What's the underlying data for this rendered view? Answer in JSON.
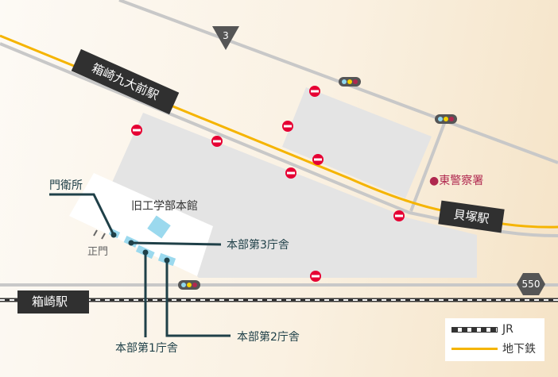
{
  "stations": {
    "hakozaki_kyudaimae": "箱崎九大前駅",
    "kaizuka": "貝塚駅",
    "hakozaki": "箱崎駅"
  },
  "buildings": {
    "gate_house": "門衛所",
    "main_gate": "正門",
    "old_engineering": "旧工学部本館",
    "bldg3": "本部第3庁舎",
    "bldg1": "本部第1庁舎",
    "bldg2": "本部第2庁舎"
  },
  "police": "●東警察署",
  "routes": {
    "r3": "3",
    "r550": "550"
  },
  "legend": {
    "jr": "JR",
    "subway": "地下鉄"
  },
  "colors": {
    "subway": "#f5b400",
    "road": "#c8c8c8",
    "block": "#e4e4e4",
    "building": "#9bd9ee",
    "police": "#b0284f",
    "label": "#1f4048"
  }
}
